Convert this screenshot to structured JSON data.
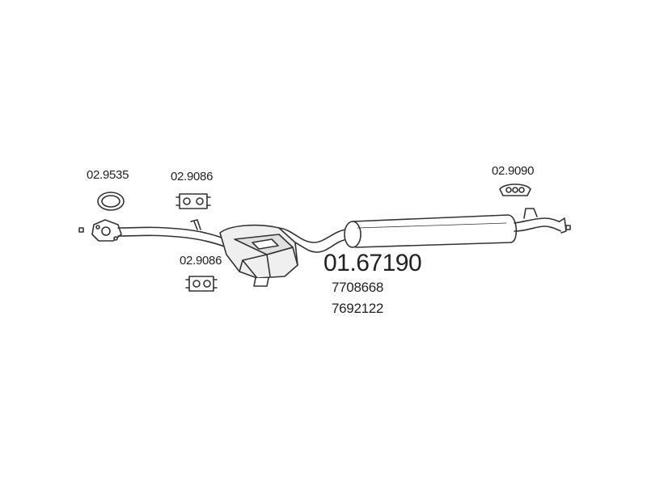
{
  "parts": {
    "gasket": "02.9535",
    "hanger_top": "02.9086",
    "hanger_bottom": "02.9086",
    "hanger_rear": "02.9090"
  },
  "product": {
    "code": "01.67190",
    "oem_1": "7708668",
    "oem_2": "7692122"
  },
  "colors": {
    "line": "#333333",
    "fill": "#e6e6e6",
    "shade": "#b8b8b8"
  }
}
